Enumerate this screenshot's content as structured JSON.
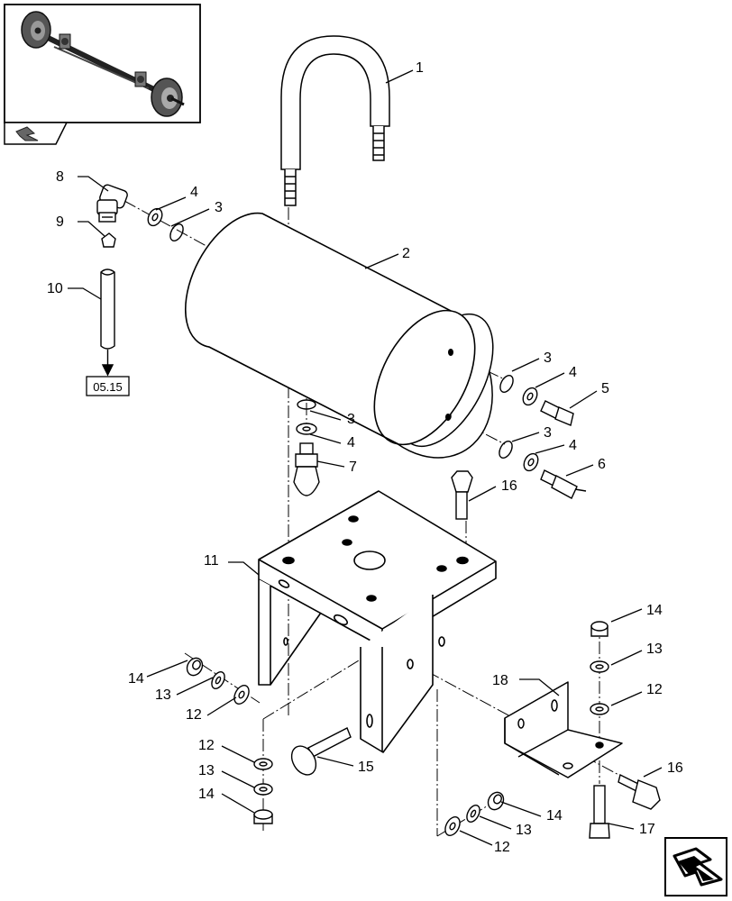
{
  "reference_box": {
    "label": "05.15"
  },
  "callouts": [
    "1",
    "2",
    "3",
    "3",
    "3",
    "3",
    "4",
    "4",
    "4",
    "4",
    "5",
    "6",
    "7",
    "8",
    "9",
    "10",
    "11",
    "12",
    "12",
    "12",
    "12",
    "13",
    "13",
    "13",
    "13",
    "14",
    "14",
    "14",
    "14",
    "15",
    "16",
    "16",
    "17",
    "18"
  ]
}
